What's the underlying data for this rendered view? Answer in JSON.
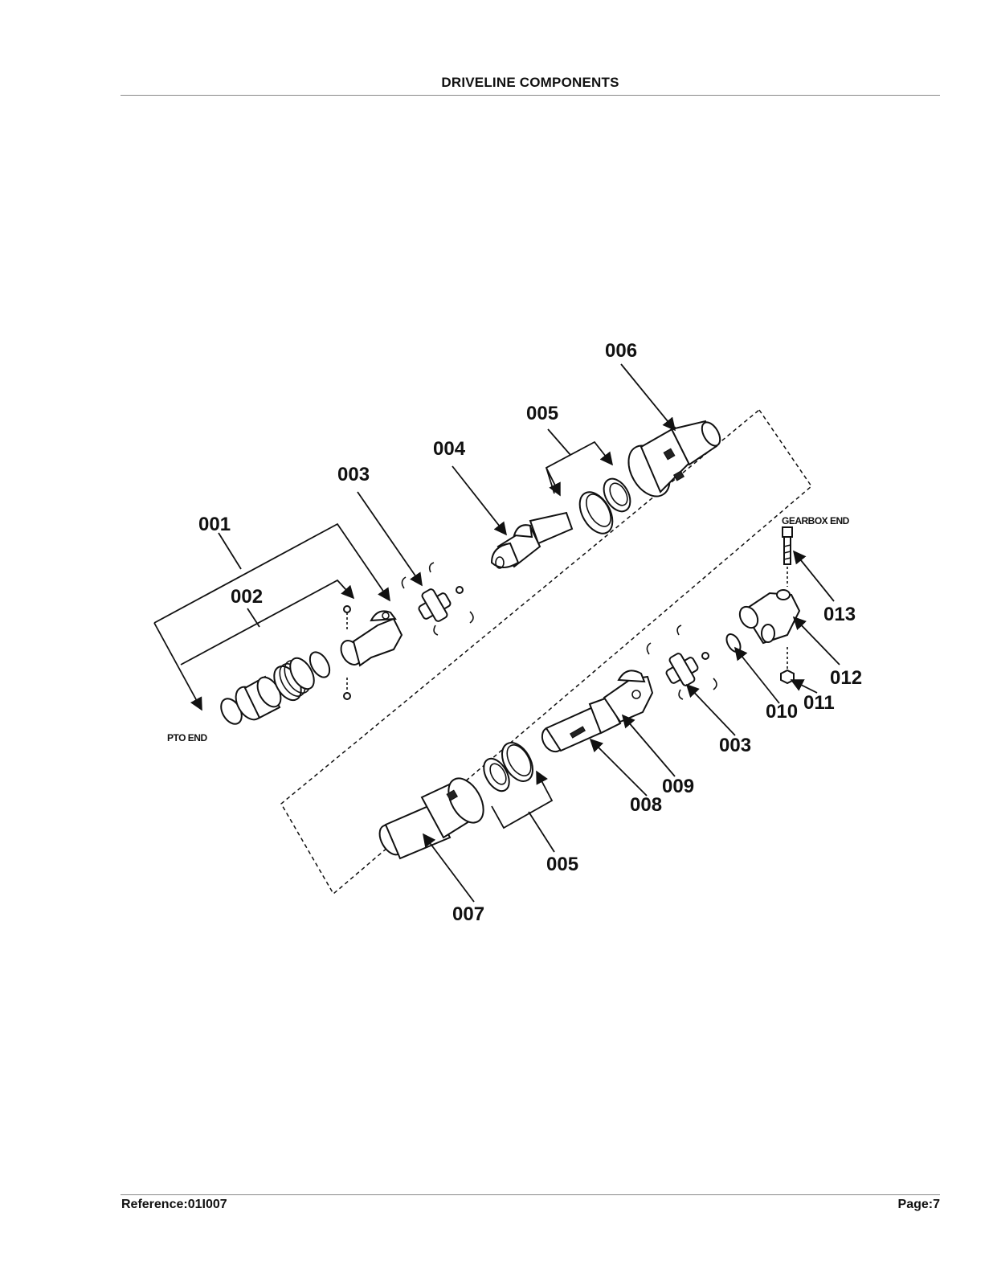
{
  "header": {
    "title": "DRIVELINE COMPONENTS"
  },
  "footer": {
    "reference": "Reference:01I007",
    "page": "Page:7"
  },
  "diagram": {
    "end_labels": {
      "pto_end": "PTO END",
      "gearbox_end": "GEARBOX END"
    },
    "callouts": {
      "c001": "001",
      "c002": "002",
      "c003a": "003",
      "c004": "004",
      "c005a": "005",
      "c006": "006",
      "c007": "007",
      "c008": "008",
      "c009": "009",
      "c003b": "003",
      "c005b": "005",
      "c010": "010",
      "c011": "011",
      "c012": "012",
      "c013": "013"
    }
  }
}
